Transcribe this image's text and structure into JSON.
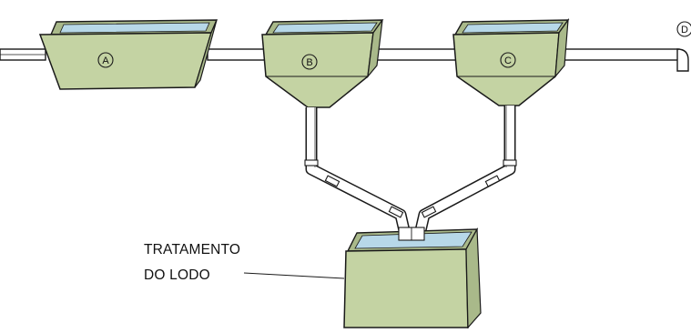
{
  "diagram": {
    "tanks": [
      {
        "id": "tank-a",
        "letter": "A"
      },
      {
        "id": "tank-b",
        "letter": "B"
      },
      {
        "id": "tank-c",
        "letter": "C"
      }
    ],
    "outlet_letter": "D",
    "sludge_label": {
      "line1": "TRATAMENTO",
      "line2": "DO LODO"
    },
    "colors": {
      "tank_body": "#c4d3a3",
      "tank_side": "#a9b98a",
      "water": "#b7d8e8",
      "pipe": "#ffffff",
      "outline": "#1a1a1a"
    }
  }
}
